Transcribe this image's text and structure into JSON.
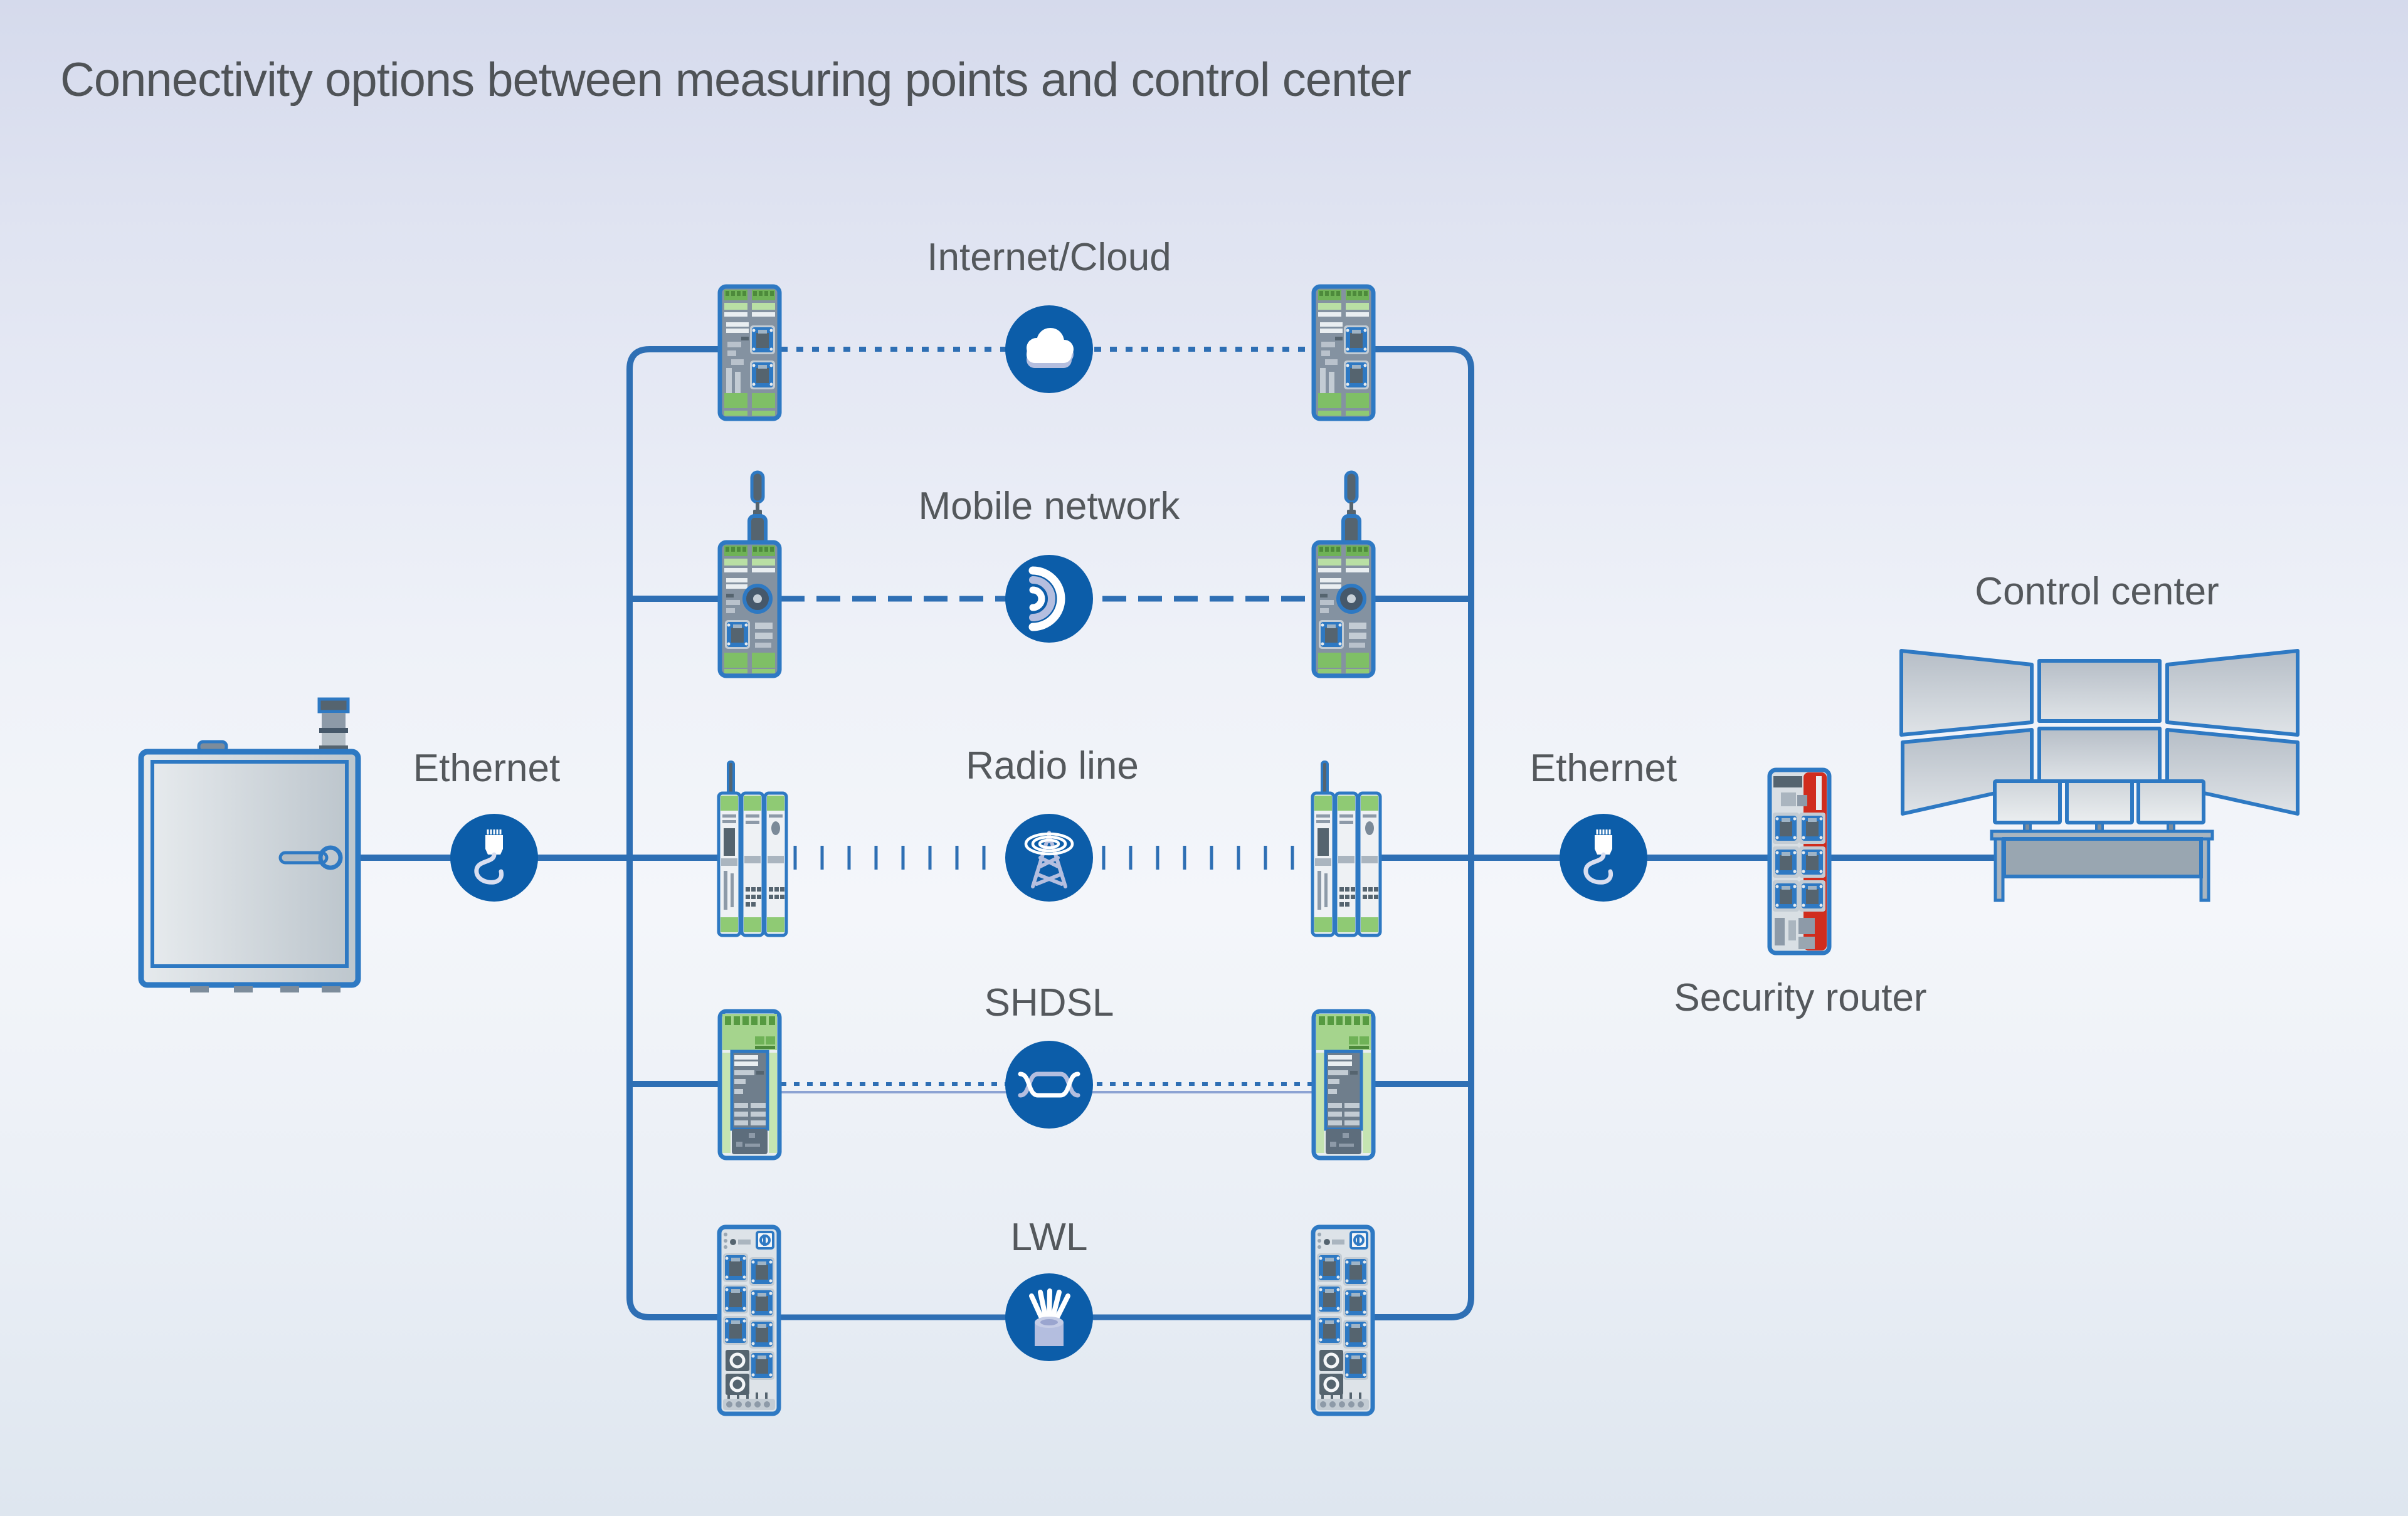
{
  "title": "Connectivity options between measuring points and control center",
  "measuring_point": {
    "name": "measuring-point-cabinet"
  },
  "left_connection": {
    "label": "Ethernet",
    "icon": "ethernet-plug-icon"
  },
  "right_connection": {
    "label": "Ethernet",
    "icon": "ethernet-plug-icon"
  },
  "security_router": {
    "label": "Security router"
  },
  "control_center": {
    "label": "Control center"
  },
  "rows": [
    {
      "label": "Internet/Cloud",
      "icon": "cloud-icon",
      "line_style": "dotted"
    },
    {
      "label": "Mobile network",
      "icon": "mobile-signal-icon",
      "line_style": "dashed"
    },
    {
      "label": "Radio line",
      "icon": "radio-tower-icon",
      "line_style": "tick-marks"
    },
    {
      "label": "SHDSL",
      "icon": "twisted-pair-icon",
      "line_style": "dotted-with-pair-wire"
    },
    {
      "label": "LWL",
      "icon": "fiber-optic-cable-icon",
      "line_style": "solid"
    }
  ],
  "colors": {
    "circle_blue": "#0c5da9",
    "line_blue": "#2e6fb4",
    "device_border_blue": "#2e79c3",
    "green": "#7fbf66",
    "red": "#d02d1e",
    "label_gray": "#54585c",
    "lavender": "#b4bedf"
  }
}
